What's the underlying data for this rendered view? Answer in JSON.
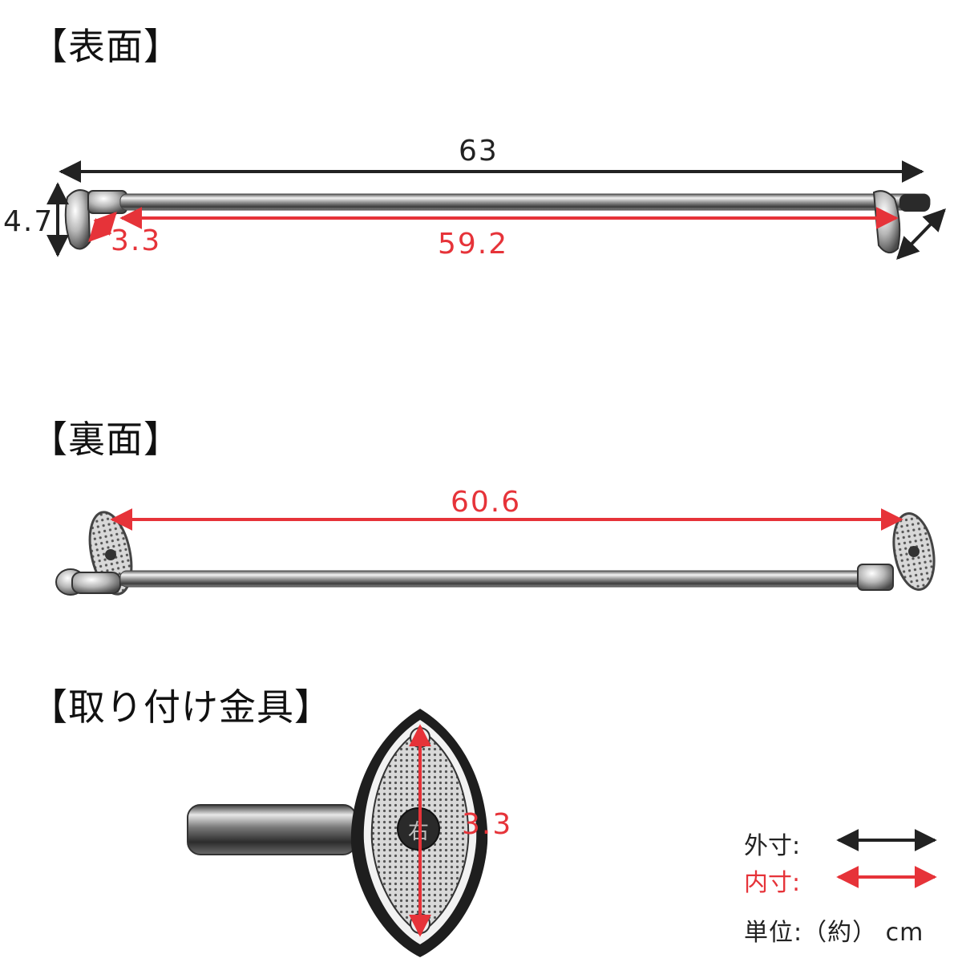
{
  "sections": {
    "front_title": "【表面】",
    "back_title": "【裏面】",
    "bracket_title": "【取り付け金具】"
  },
  "dimensions": {
    "outer_total": "63",
    "outer_height": "4.7",
    "inner_depth": "3.3",
    "inner_length": "59.2",
    "back_inner_length": "60.6",
    "bracket_inner_height": "3.3"
  },
  "legend": {
    "outer_label": "外寸:",
    "inner_label": "内寸:",
    "unit": "単位:（約） cm"
  },
  "colors": {
    "outer": "#222222",
    "inner": "#e63339"
  },
  "icons": {
    "bracket_stamp": "右"
  }
}
